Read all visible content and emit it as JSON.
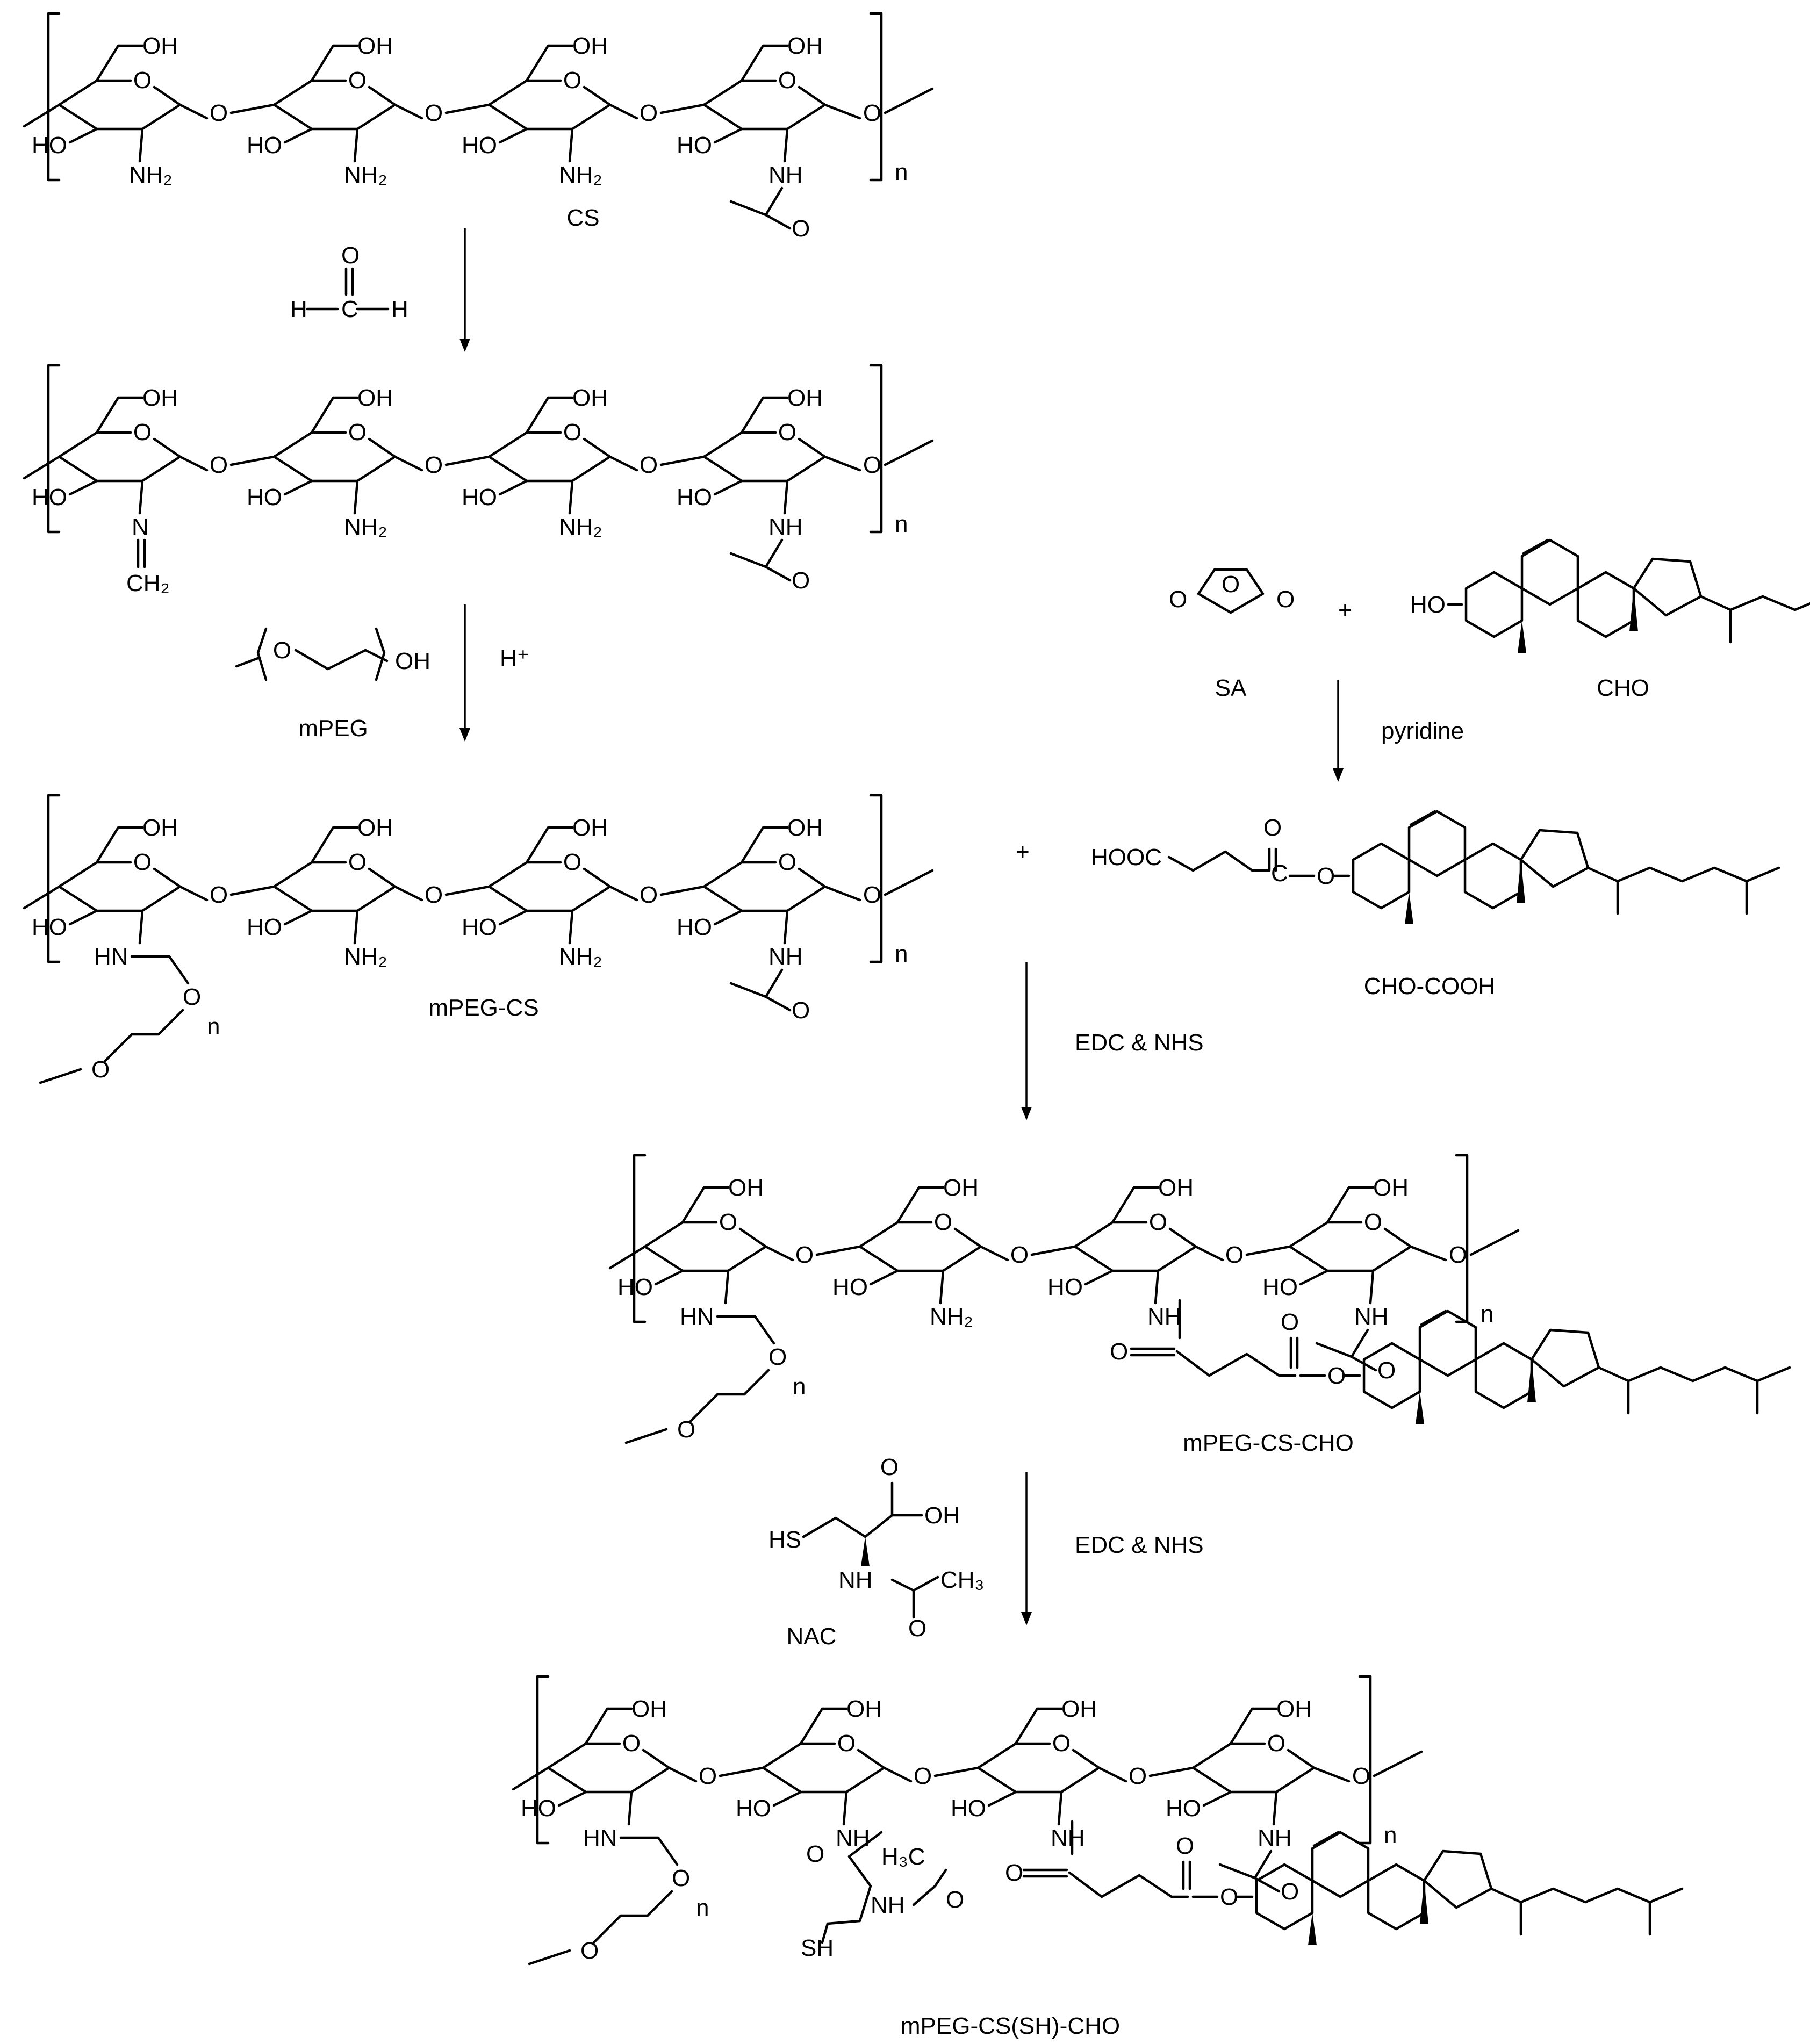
{
  "compounds": {
    "cs": "CS",
    "formaldehyde": {
      "c": "C",
      "h1": "H",
      "h2": "H",
      "o": "O"
    },
    "mpeg": "mPEG",
    "mpeg_cs": "mPEG-CS",
    "sa": "SA",
    "cho": "CHO",
    "cho_cooh": "CHO-COOH",
    "mpeg_cs_cho": "mPEG-CS-CHO",
    "nac": "NAC",
    "final": "mPEG-CS(SH)-CHO"
  },
  "reagents": {
    "acid": "H⁺",
    "pyridine": "pyridine",
    "coupling_1": "EDC & NHS",
    "coupling_2": "EDC & NHS",
    "plus": "+"
  },
  "atoms": {
    "oh": "OH",
    "ho": "HO",
    "o": "O",
    "nh2": "NH₂",
    "nh": "NH",
    "hn": "HN",
    "n": "N",
    "ch2": "CH₂",
    "ch3": "CH₃",
    "h3c": "H₃C",
    "hooc": "HOOC",
    "c": "C",
    "sh": "SH",
    "hs": "HS",
    "repeat": "n"
  }
}
